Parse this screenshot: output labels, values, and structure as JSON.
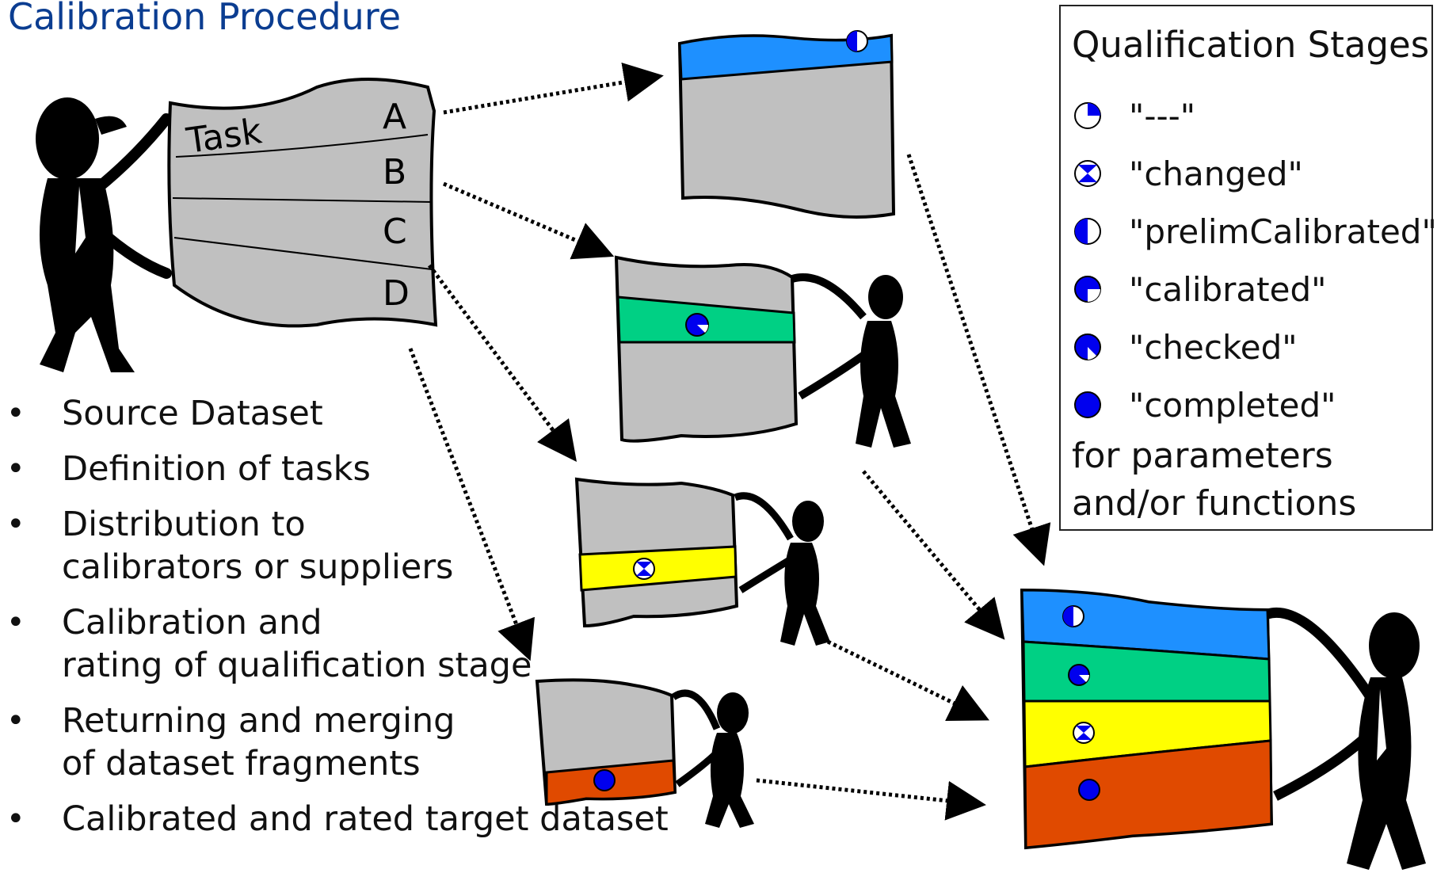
{
  "title": "Calibration Procedure",
  "source_sheet": {
    "task_label": "Task",
    "rows": [
      "A",
      "B",
      "C",
      "D"
    ]
  },
  "bullets": [
    {
      "line1": "Source Dataset",
      "line2": ""
    },
    {
      "line1": "Definition of tasks",
      "line2": ""
    },
    {
      "line1": "Distribution to",
      "line2": "calibrators or suppliers"
    },
    {
      "line1": "Calibration and",
      "line2": "rating of qualification stage"
    },
    {
      "line1": "Returning and merging",
      "line2": "of dataset fragments"
    },
    {
      "line1": "Calibrated and rated target dataset",
      "line2": ""
    }
  ],
  "legend": {
    "title": "Qualification Stages",
    "items": [
      {
        "label": "\"---\"",
        "icon": "quarter-pie-icon"
      },
      {
        "label": "\"changed\"",
        "icon": "hourglass-pie-icon"
      },
      {
        "label": "\"prelimCalibrated\"",
        "icon": "half-pie-icon"
      },
      {
        "label": "\"calibrated\"",
        "icon": "three-quarter-pie-icon"
      },
      {
        "label": "\"checked\"",
        "icon": "seven-eighths-pie-icon"
      },
      {
        "label": "\"completed\"",
        "icon": "full-circle-icon"
      }
    ],
    "footer_line1": "for parameters",
    "footer_line2": "and/or functions"
  },
  "colors": {
    "title": "#0b3d91",
    "sheet_gray": "#c0c0c0",
    "band_blue": "#1e90ff",
    "band_green": "#00d084",
    "band_yellow": "#ffff00",
    "band_orange": "#e04a00",
    "marker_blue": "#0000ee"
  }
}
